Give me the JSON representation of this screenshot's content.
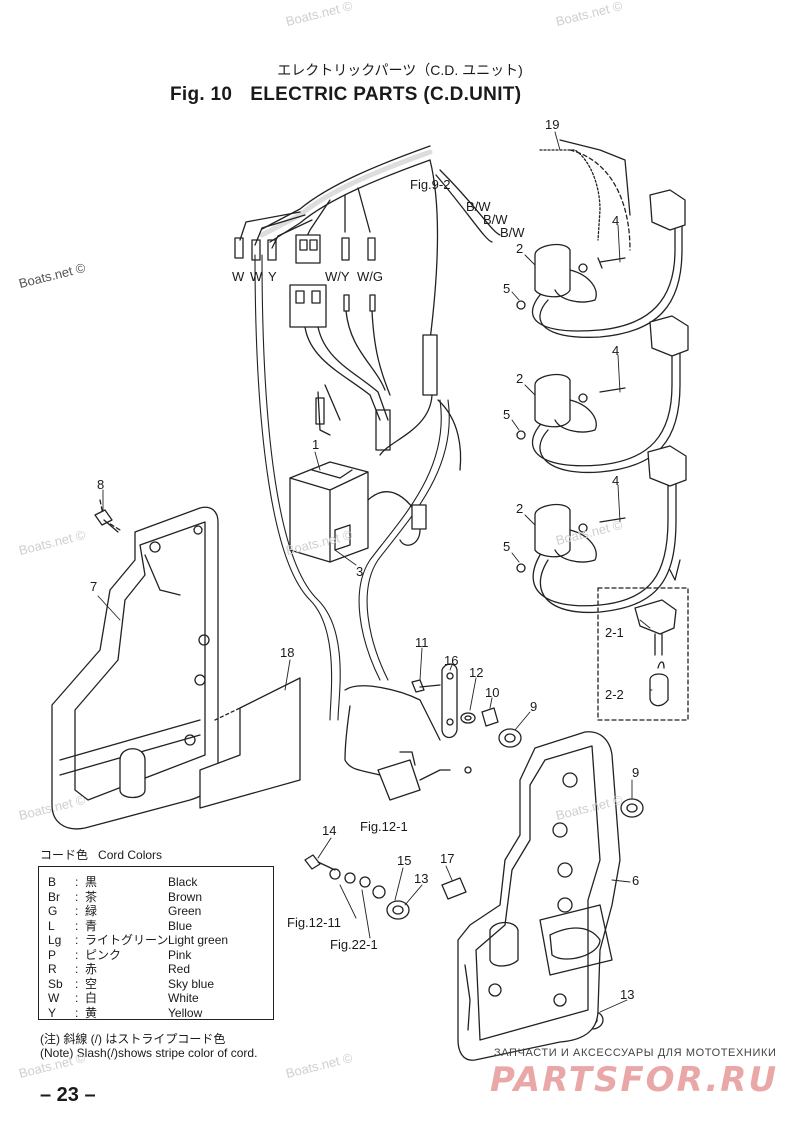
{
  "header": {
    "title_jp": "エレクトリックパーツ（C.D. ユニット)",
    "fig_label": "Fig. 10",
    "title_en": "ELECTRIC PARTS (C.D.UNIT)"
  },
  "callouts": {
    "n1": "1",
    "n2a": "2",
    "n2b": "2",
    "n2c": "2",
    "n2_1": "2-1",
    "n2_2": "2-2",
    "n3": "3",
    "n4a": "4",
    "n4b": "4",
    "n4c": "4",
    "n5a": "5",
    "n5b": "5",
    "n5c": "5",
    "n6": "6",
    "n7": "7",
    "n8": "8",
    "n9a": "9",
    "n9b": "9",
    "n10": "10",
    "n11": "11",
    "n12": "12",
    "n13a": "13",
    "n13b": "13",
    "n14": "14",
    "n15": "15",
    "n16": "16",
    "n17": "17",
    "n18": "18",
    "n19": "19"
  },
  "references": {
    "fig9_2": "Fig.9-2",
    "fig12_1": "Fig.12-1",
    "fig12_11": "Fig.12-11",
    "fig22_1": "Fig.22-1"
  },
  "wire_labels": {
    "w1": "W",
    "w2": "W",
    "y": "Y",
    "wy": "W/Y",
    "wg": "W/G",
    "bw1": "B/W",
    "bw2": "B/W",
    "bw3": "B/W"
  },
  "cord_colors": {
    "header_jp": "コード色",
    "header_en": "Cord Colors",
    "rows": [
      {
        "code": "B",
        "jp": "黒",
        "en": "Black"
      },
      {
        "code": "Br",
        "jp": "茶",
        "en": "Brown"
      },
      {
        "code": "G",
        "jp": "緑",
        "en": "Green"
      },
      {
        "code": "L",
        "jp": "青",
        "en": "Blue"
      },
      {
        "code": "Lg",
        "jp": "ライトグリーン",
        "en": "Light green"
      },
      {
        "code": "P",
        "jp": "ピンク",
        "en": "Pink"
      },
      {
        "code": "R",
        "jp": "赤",
        "en": "Red"
      },
      {
        "code": "Sb",
        "jp": "空",
        "en": "Sky blue"
      },
      {
        "code": "W",
        "jp": "白",
        "en": "White"
      },
      {
        "code": "Y",
        "jp": "黄",
        "en": "Yellow"
      }
    ],
    "colon": ":"
  },
  "note": {
    "jp": "(注) 斜線 (/) はストライプコード色",
    "en": "(Note) Slash(/)shows stripe color of cord."
  },
  "page_number": "– 23 –",
  "watermarks": {
    "text": "Boats.net ©",
    "ru_tagline": "ЗАПЧАСТИ И АКСЕССУАРЫ ДЛЯ МОТОТЕХНИКИ",
    "ru_logo": "PARTSFOR.RU"
  },
  "colors": {
    "line": "#222222",
    "watermark": "#cfcfcf",
    "logo": "#e9a7a7"
  }
}
